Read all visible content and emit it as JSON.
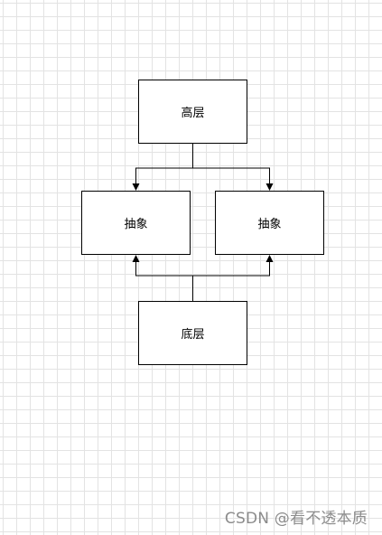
{
  "diagram": {
    "nodes": {
      "top": "高层",
      "left": "抽象",
      "right": "抽象",
      "bottom": "底层"
    }
  },
  "watermark": "CSDN @看不透本质",
  "colors": {
    "grid": "#e3e3e3",
    "stroke": "#000000",
    "background": "#ffffff",
    "watermark": "#8c8c8c"
  }
}
